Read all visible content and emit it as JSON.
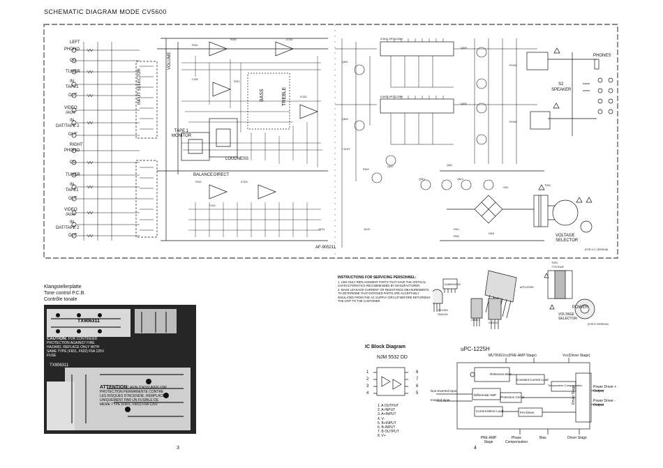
{
  "page": {
    "title": "SCHEMATIC DIAGRAM MODE CV5600",
    "page_left": "3",
    "page_right": "4"
  },
  "inputs": {
    "left_header": "LEFT",
    "right_header": "RIGHT",
    "left": [
      "PHONO",
      "CD",
      "TUNER",
      "IN",
      "TAPE1",
      "OUT",
      "VIDEO",
      "/AUX",
      "IN",
      "DAT/TAPE 2",
      "OUT"
    ],
    "right": [
      "PHONO",
      "CD",
      "TUNER",
      "IN",
      "TAPE1",
      "OUT",
      "VIDEO",
      "/AUX",
      "IN",
      "DAT/TAPE 2",
      "OUT"
    ]
  },
  "controls": {
    "input_selector": "INPUT SELECTOR",
    "volume": "VOLUME",
    "bass": "BASS",
    "treble": "TREBLE",
    "loudness": "LOUDNESS",
    "balance": "BALANCE",
    "direct": "DIRECT",
    "tape1_monitor": "TAPE 1 MONITOR",
    "speaker": "SPEAKER",
    "speaker_switch": "S2",
    "phones": "PHONES",
    "voltage_selector": "VOLTAGE SELECTOR",
    "ac_note": "(FOR U.C VERSION)",
    "board_id": "AF-905211",
    "ic_upper": "IC601 UPC1225H",
    "ic_lower": "IC602 UPC1225H",
    "transformer": "T001"
  },
  "pcb": {
    "caption_de": "Klangstellerplatte",
    "caption_en": "Tone control P.C.B.",
    "caption_fr": "Contrôle tonale",
    "board_label": "TX906311",
    "board_label_2": "TX906311",
    "caution_title": "CAUTION:",
    "caution_text": "FOR CONTINUED PROTECTION AGAINST FIRE HAZARD, REPLACE ONLY WITH SAME TYPE (F601, F602) F5A 125V FUSE",
    "attention_title": "ATTENTION:",
    "attention_text": "AFIN D'ASSURER UNE PROTECTION PERMANENTE CONTRE LES RISQUES D'INCENDIE, REMPLACER UNIQUEMENT PAR UN FUSIBLE DE MEME TYPE (F601, F602) F5A 125V"
  },
  "instructions": {
    "title": "INSTRUCTIONS FOR SERVICING PERSONNEL:",
    "items": [
      "1. USE ONLY REPLACEMENT PARTS THAT HAVE THE CRITICAL CHARACTERISTICS RECOMMENDED BY MANUFACTURER.",
      "2. MAKE LEAKAGE-CURRENT OR RESISTANCE MEASUREMENTS TO DETERMINE THAT EXPOSED PARTS ARE ACCEPTABLY INSULATED FROM THE AC SUPPLY CIRCUIT BEFORE RETURNING THE UNIT TO THE CUSTOMER."
    ]
  },
  "components": {
    "njm": "NJM5532DD",
    "upc": "uPC1225H",
    "t001": "T001",
    "t001_part": "7707316F",
    "power": "POWER",
    "voltage_selector": "VOLTAGE SELECTOR",
    "ac_note": "(FOR E VERSION)",
    "tr_labels": [
      "2SC1815",
      "2SA1015",
      "2SB817",
      "2SD1047"
    ]
  },
  "ic_block": {
    "title": "IC Block Diagram",
    "chip": "NJM 5532 DD",
    "pins_left": [
      "1",
      "2",
      "3",
      "4"
    ],
    "pins_right": [
      "8",
      "7",
      "6",
      "5"
    ],
    "pin_list": [
      "1. A OUTPUT",
      "2. A-INPUT",
      "3. A+INPUT",
      "4. V-",
      "5. B+INPUT",
      "6. B-INPUT",
      "7. B OUTPUT",
      "8. V+"
    ]
  },
  "upc_block": {
    "title": "uPC-1225H",
    "muting": "MUTING",
    "vcc_pre": "Vcc(PRE-AMP Stage)",
    "vcc_drv": "Vcc(Driver Stage)",
    "blocks": [
      "Reference Bias",
      "Constant Current Load",
      "Temperature Compensation",
      "Differential AMP",
      "Protection Circuit",
      "Current Mirror Load",
      "Pre-Driver",
      "Driver Stage"
    ],
    "left_inputs": [
      "Non-Inverted Input",
      "Inverted Input"
    ],
    "outputs": [
      "Power Driver + Output",
      "Power Driver - Output"
    ],
    "bottom": [
      "PRE-AMP Stage",
      "Phase Compensation",
      "Bias",
      "Driver Stage"
    ]
  }
}
